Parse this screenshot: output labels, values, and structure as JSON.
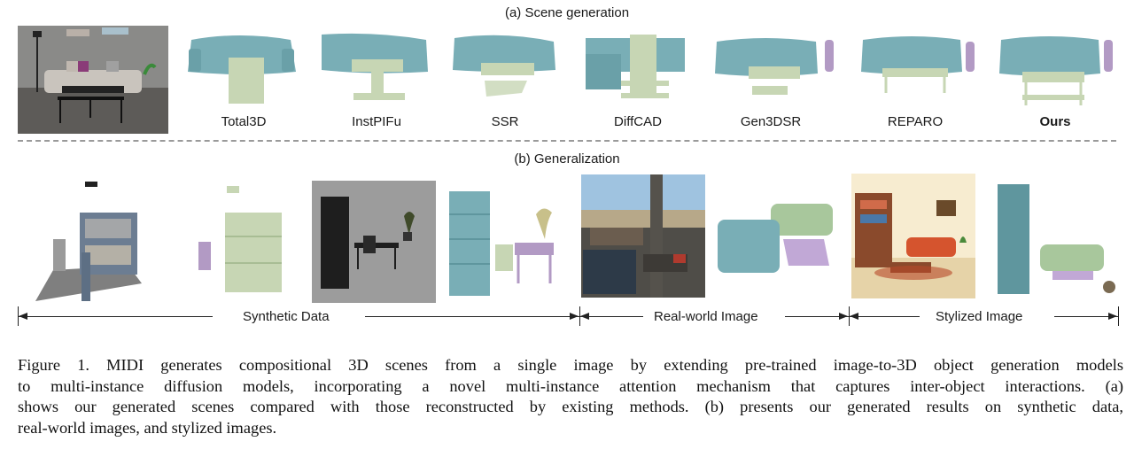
{
  "section_a": {
    "title": "(a) Scene generation"
  },
  "methods": [
    "Total3D",
    "InstPIFu",
    "SSR",
    "DiffCAD",
    "Gen3DSR",
    "REPARO",
    "Ours"
  ],
  "section_b": {
    "title": "(b) Generalization"
  },
  "categories": {
    "synthetic": "Synthetic Data",
    "real": "Real-world Image",
    "stylized": "Stylized Image"
  },
  "caption": {
    "lines": [
      "Figure 1. MIDI generates compositional 3D scenes from a single image by extending pre-trained image-to-3D object generation models",
      "to multi-instance diffusion models, incorporating a novel multi-instance attention mechanism that captures inter-object interactions. (a)",
      "shows our generated scenes compared with those reconstructed by existing methods. (b) presents our generated results on synthetic data,",
      "real-world images, and stylized images."
    ]
  },
  "colors": {
    "mesh_blue": "#79aeb6",
    "mesh_green": "#c7d6b4",
    "mesh_purple": "#b29ac4",
    "dashed_rule": "#9a9a9a"
  }
}
